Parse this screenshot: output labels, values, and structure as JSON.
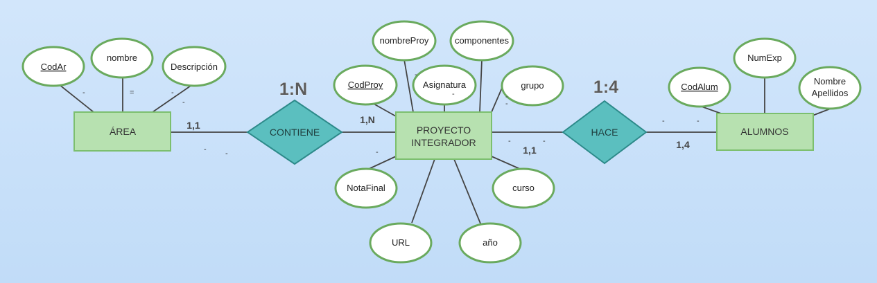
{
  "colors": {
    "entity_fill": "#b7e1b0",
    "entity_stroke": "#7cbf6e",
    "relation_fill": "#5bbfbf",
    "relation_stroke": "#2d8a8a",
    "attr_fill": "#ffffff",
    "attr_stroke": "#6aaa5e",
    "line": "#444444"
  },
  "entities": {
    "area": "ÁREA",
    "proyecto_1": "PROYECTO",
    "proyecto_2": "INTEGRADOR",
    "alumnos": "ALUMNOS"
  },
  "relations": {
    "contiene": "CONTIENE",
    "hace": "HACE"
  },
  "attributes": {
    "codar": "CodAr",
    "nombre": "nombre",
    "descripcion": "Descripción",
    "codproy": "CodProy",
    "nombreproy": "nombreProy",
    "asignatura": "Asignatura",
    "componentes": "componentes",
    "grupo": "grupo",
    "notafinal": "NotaFinal",
    "url": "URL",
    "anio": "año",
    "curso": "curso",
    "codalum": "CodAlum",
    "numexp": "NumExp",
    "nombre_apellidos_1": "Nombre",
    "nombre_apellidos_2": "Apellidos"
  },
  "cardinalities": {
    "area_contiene": "1,1",
    "contiene_proyecto": "1,N",
    "proyecto_hace": "1,1",
    "hace_alumnos": "1,4",
    "contiene_ratio": "1:N",
    "hace_ratio": "1:4"
  },
  "marks": {
    "dash": "-",
    "equals": "="
  }
}
